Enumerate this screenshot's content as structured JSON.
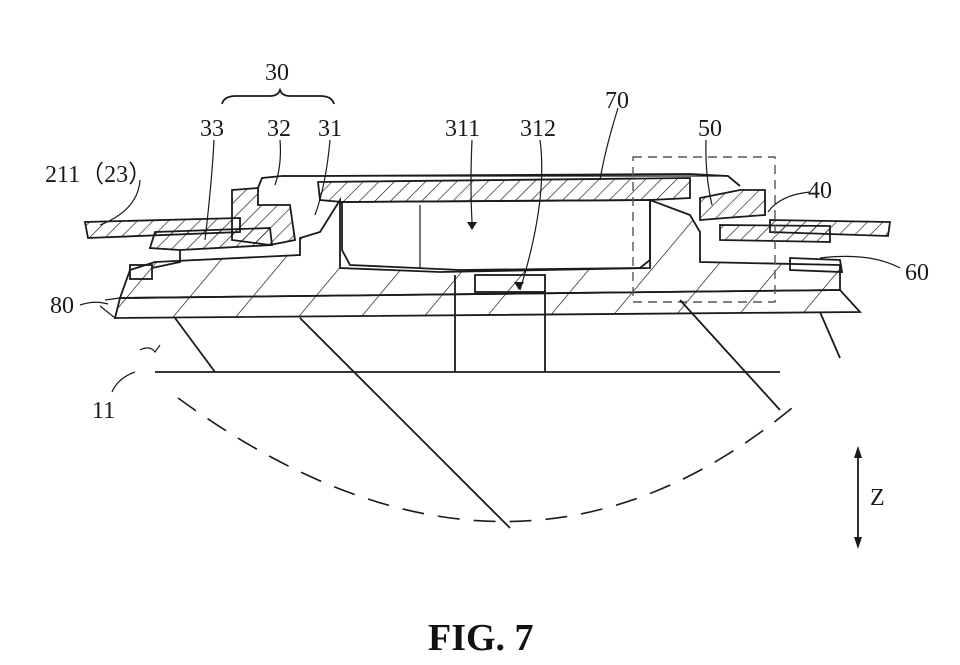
{
  "figure": {
    "caption": "FIG. 7",
    "labels": {
      "l30": "30",
      "l33": "33",
      "l32": "32",
      "l31": "31",
      "l311": "311",
      "l312": "312",
      "l70": "70",
      "l50": "50",
      "l40": "40",
      "l60": "60",
      "l80": "80",
      "l11": "11",
      "l211": "211（23）",
      "axis": "Z"
    }
  }
}
